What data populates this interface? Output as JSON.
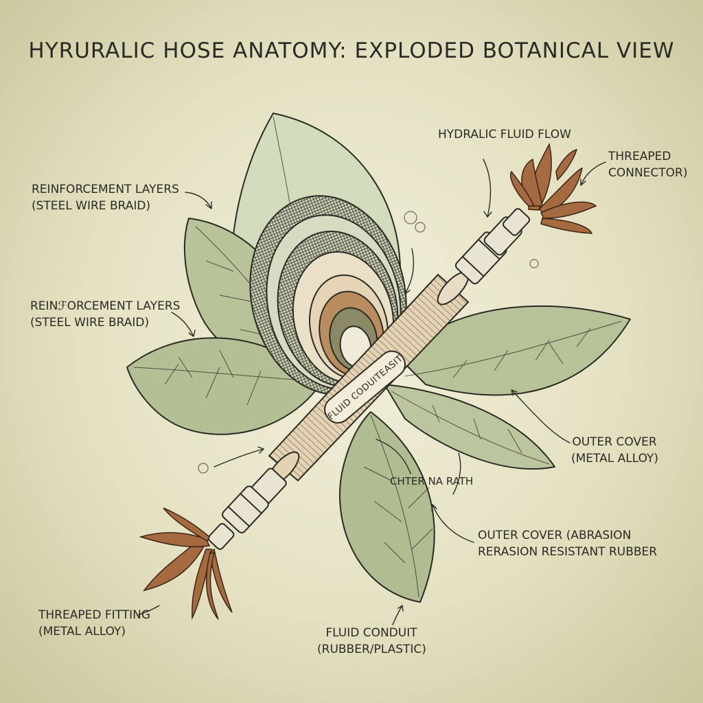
{
  "title": "HYRURALIC HOSE ANATOMY: EXPLODED BOTANICAL VIEW",
  "labels": {
    "hydraulic_flow": "HYDRALIC FLUID FLOW",
    "threaped_connector": {
      "line1": "THREAPED",
      "line2": "CONNECTOR)"
    },
    "reinforcement_top": {
      "line1": "REINFORCEMENT LAYERS",
      "line2": "(STEEL WIRE BRAID)"
    },
    "reinforcement_mid": {
      "line1": "REINℱORCEMENT LAYERS",
      "line2": "(STEEL WIRE BRAID)"
    },
    "outer_cover_metal": {
      "line1": "OUTER COVER",
      "line2": "(METAL ALLOY)"
    },
    "outer_cover_rubber": {
      "line1": "OUTER COVER (ABRASION",
      "line2": "RERASION RESISTANT RUBBER"
    },
    "threaped_fitting": {
      "line1": "THREAPED FITTING",
      "line2": "(METAL ALLOY)"
    },
    "fluid_conduit": {
      "line1": "FLUID CONDUIT",
      "line2": "(RUBBER/PLASTIC)"
    },
    "band_label": "FLUID CODUITEASIT",
    "center_label": "CHTER NA RATH"
  },
  "colors": {
    "background": "#e6e3c6",
    "leaf_fill": "#b8c39a",
    "leaf_light": "#d4dcbc",
    "ink": "#2a2a24",
    "copper": "#b98d5f",
    "tan": "#e8d3b4",
    "olive_core": "#8a8a66",
    "flower": "#a56a3f"
  },
  "icons": [
    "leaf-icon",
    "hose-icon",
    "fitting-icon",
    "flower-icon",
    "bubble-icon",
    "arrow-icon"
  ]
}
